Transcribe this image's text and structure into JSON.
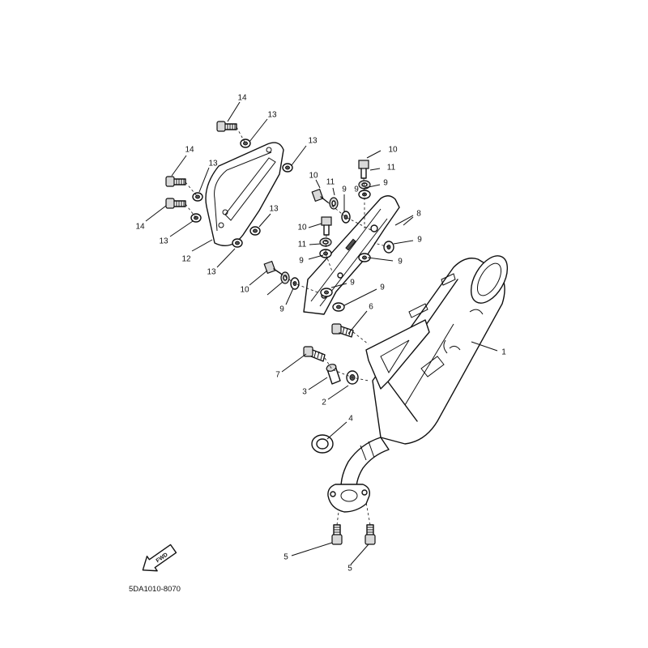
{
  "diagram_code": "5DA1010-8070",
  "fwd_label": "FWD",
  "callouts": {
    "c1": "1",
    "c2": "2",
    "c3": "3",
    "c4": "4",
    "c5a": "5",
    "c5b": "5",
    "c6": "6",
    "c7": "7",
    "c8": "8",
    "c9a": "9",
    "c9b": "9",
    "c9c": "9",
    "c9d": "9",
    "c9e": "9",
    "c9f": "9",
    "c9g": "9",
    "c9h": "9",
    "c9i": "9",
    "c10a": "10",
    "c10b": "10",
    "c10c": "10",
    "c10d": "10",
    "c11a": "11",
    "c11b": "11",
    "c11c": "11",
    "c12": "12",
    "c13a": "13",
    "c13b": "13",
    "c13c": "13",
    "c13d": "13",
    "c13e": "13",
    "c13f": "13",
    "c14a": "14",
    "c14b": "14",
    "c14c": "14"
  }
}
